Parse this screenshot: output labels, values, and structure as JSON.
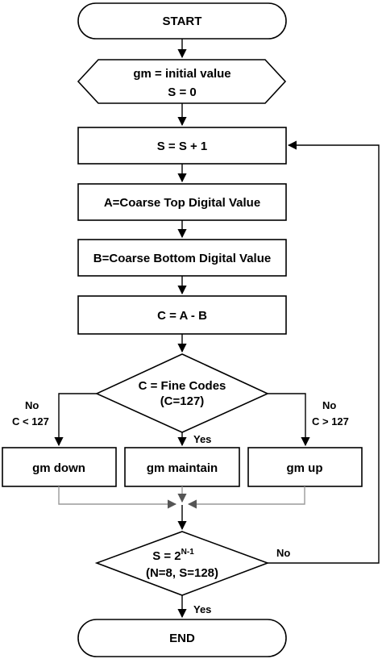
{
  "nodes": {
    "start": "START",
    "init_line1": "gm = initial value",
    "init_line2": "S = 0",
    "increment": "S = S + 1",
    "coarse_top": "A=Coarse Top Digital Value",
    "coarse_bottom": "B=Coarse Bottom Digital Value",
    "subtract": "C = A - B",
    "fine_codes_line1": "C = Fine Codes",
    "fine_codes_line2": "(C=127)",
    "gm_down": "gm down",
    "gm_maintain": "gm maintain",
    "gm_up": "gm up",
    "loop_check_base": "S = 2",
    "loop_check_exp": "N-1",
    "loop_check_line2": "(N=8, S=128)",
    "end": "END"
  },
  "edges": {
    "left_no": "No",
    "left_cond": "C < 127",
    "middle_yes": "Yes",
    "right_no": "No",
    "right_cond": "C > 127",
    "loop_no": "No",
    "end_yes": "Yes"
  },
  "colors": {
    "stroke": "#000000",
    "merge_line": "#9a9a9a",
    "fill": "#ffffff"
  }
}
